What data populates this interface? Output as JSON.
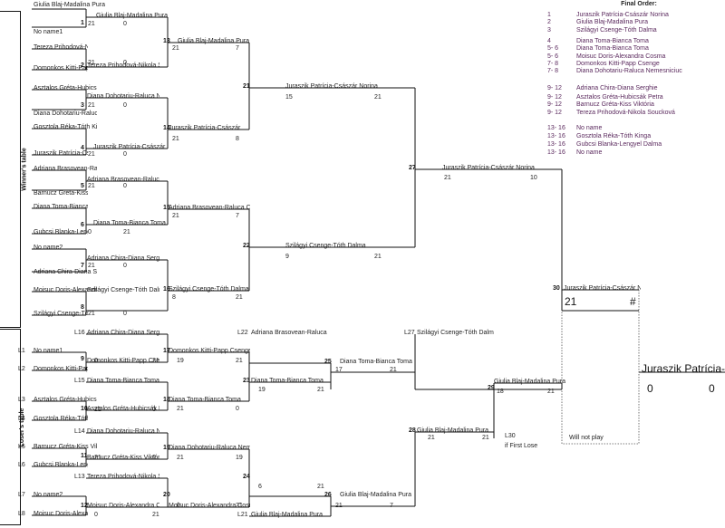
{
  "side_labels": {
    "winners": "Winner's table",
    "losers": "Loser's table"
  },
  "final_order": {
    "title": "Final Order:",
    "rows": [
      {
        "rank": "1",
        "name": "Juraszik Patrícia-Császár Norina"
      },
      {
        "rank": "2",
        "name": "Giulia Blaj-Madalina Pura"
      },
      {
        "rank": "3",
        "name": "Szilágyi Csenge-Tóth Dalma"
      },
      {
        "rank": "4",
        "name": "Diana Toma-Bianca Toma"
      },
      {
        "rank": "5- 6",
        "name": "Diana Toma-Bianca Toma"
      },
      {
        "rank": "5- 6",
        "name": "Moisuc Doris-Alexandra Cosma"
      },
      {
        "rank": "7- 8",
        "name": "Domonkos Kitti-Papp Csenge"
      },
      {
        "rank": "7- 8",
        "name": "Diana Dohotariu-Raluca Nemesniciuc"
      },
      {
        "rank": "9- 12",
        "name": "Adriana Chira-Diana Serghie"
      },
      {
        "rank": "9- 12",
        "name": "Asztalos Gréta-Hubicsák Petra"
      },
      {
        "rank": "9- 12",
        "name": "Barnucz Gréta-Kiss Viktória"
      },
      {
        "rank": "9- 12",
        "name": "Tereza Prihodová-Nikola Soucková"
      },
      {
        "rank": "13- 16",
        "name": "No name"
      },
      {
        "rank": "13- 16",
        "name": "Gosztola Réka-Tóth Kinga"
      },
      {
        "rank": "13- 16",
        "name": "Gubcsi Blanka-Lengyel Dalma"
      },
      {
        "rank": "13- 16",
        "name": "No name"
      }
    ]
  },
  "labels": [
    {
      "t": "Giulia Blaj-Madalina Pura"
    },
    {
      "t": "No name1"
    },
    {
      "t": "Tereza Prihodová-Nikola Soucková"
    },
    {
      "t": "Domonkos Kitti-Papp Csenge"
    },
    {
      "t": "Asztalos Gréta-Hubicsák Petra"
    },
    {
      "t": "Diana Dohotariu-Raluca Nemesniciuc"
    },
    {
      "t": "Gosztola Réka-Tóth Kinga"
    },
    {
      "t": "Juraszik Patrícia-Császár Norina"
    },
    {
      "t": "Adriana Brasovean-Raluca Cuc"
    },
    {
      "t": "Barnucz Gréta-Kiss Viktória"
    },
    {
      "t": "Diana Toma-Bianca Toma"
    },
    {
      "t": "Gubcsi Blanka-Lengyel Dalma"
    },
    {
      "t": "No name2"
    },
    {
      "t": "Adriana Chira-Diana Serghie"
    },
    {
      "t": "Moisuc Doris-Alexandra Cosma"
    },
    {
      "t": "Szilágyi Csenge-Tóth Dalma"
    },
    {
      "t": "Giulia Blaj-Madalina Pura"
    },
    {
      "t": "Tereza Prihodová-Nikola Soucková"
    },
    {
      "t": "Diana Dohotariu-Raluca Nemesniciuc"
    },
    {
      "t": "Juraszik Patrícia-Császár Norina"
    },
    {
      "t": "Adriana Brasovean-Raluca Cuc"
    },
    {
      "t": "Diana Toma-Bianca Toma"
    },
    {
      "t": "Adriana Chira-Diana Serghie"
    },
    {
      "t": "Szilágyi Csenge-Tóth Dalma"
    },
    {
      "t": "Giulia Blaj-Madalina Pura"
    },
    {
      "t": "Juraszik Patrícia-Császár Norina"
    },
    {
      "t": "Adriana Brasovean-Raluca Cuc"
    },
    {
      "t": "Szilágyi Csenge-Tóth Dalma"
    },
    {
      "t": "Juraszik Patrícia-Császár Norina"
    },
    {
      "t": "Szilágyi Csenge-Tóth Dalma"
    },
    {
      "t": "Juraszik Patrícia-Császár Norina"
    },
    {
      "t": "Juraszik Patrícia-Császár Norina"
    },
    {
      "t": "L1"
    },
    {
      "t": "No name1"
    },
    {
      "t": "L2"
    },
    {
      "t": "Domonkos Kitti-Papp Csenge"
    },
    {
      "t": "L3"
    },
    {
      "t": "Asztalos Gréta-Hubicsák Petra"
    },
    {
      "t": "L4"
    },
    {
      "t": "Gosztola Réka-Tóth Kinga"
    },
    {
      "t": "L5"
    },
    {
      "t": "Barnucz Gréta-Kiss Viktória"
    },
    {
      "t": "L6"
    },
    {
      "t": "Gubcsi Blanka-Lengyel Dalma"
    },
    {
      "t": "L7"
    },
    {
      "t": "No name2"
    },
    {
      "t": "L8"
    },
    {
      "t": "Moisuc Doris-Alexandra Cosma"
    },
    {
      "t": "L16"
    },
    {
      "t": "Adriana Chira-Diana Serghie"
    },
    {
      "t": "Domonkos Kitti-Papp Csenge"
    },
    {
      "t": "L15"
    },
    {
      "t": "Diana Toma-Bianca Toma"
    },
    {
      "t": "Asztalos Gréta-Hubicsák Petra"
    },
    {
      "t": "L14"
    },
    {
      "t": "Diana Dohotariu-Raluca Nemesniciuc"
    },
    {
      "t": "Barnucz Gréta-Kiss Viktória"
    },
    {
      "t": "L13"
    },
    {
      "t": "Tereza Prihodová-Nikola Soucková"
    },
    {
      "t": "Moisuc Doris-Alexandra Cosma"
    },
    {
      "t": "Domonkos Kitti-Papp Csenge"
    },
    {
      "t": "Diana Toma-Bianca Toma"
    },
    {
      "t": "Diana Dohotariu-Raluca Nemesniciuc"
    },
    {
      "t": "Moisuc Doris-Alexandra Cosma"
    },
    {
      "t": "L22"
    },
    {
      "t": "Adriana Brasovean-Raluca Cuc"
    },
    {
      "t": "Diana Toma-Bianca Toma"
    },
    {
      "t": "L21"
    },
    {
      "t": "Giulia Blaj-Madalina Pura"
    },
    {
      "t": "Diana Toma-Bianca Toma"
    },
    {
      "t": "Giulia Blaj-Madalina Pura"
    },
    {
      "t": "L27"
    },
    {
      "t": "Szilágyi Csenge-Tóth Dalma"
    },
    {
      "t": "Giulia Blaj-Madalina Pura"
    },
    {
      "t": "Giulia Blaj-Madalina Pura"
    },
    {
      "t": "L30"
    },
    {
      "t": "if First Lose"
    },
    {
      "t": "Will not play"
    },
    {
      "t": "Juraszik Patrícia-Császár Norina"
    }
  ],
  "match_numbers": [
    "1",
    "2",
    "3",
    "4",
    "5",
    "6",
    "7",
    "8",
    "13",
    "14",
    "15",
    "16",
    "21",
    "22",
    "27",
    "30",
    "9",
    "10",
    "11",
    "12",
    "17",
    "18",
    "19",
    "20",
    "23",
    "24",
    "25",
    "26",
    "28",
    "29"
  ],
  "scores": [
    "21",
    "0",
    "21",
    "0",
    "21",
    "0",
    "21",
    "0",
    "21",
    "0",
    "0",
    "21",
    "21",
    "0",
    "21",
    "0",
    "21",
    "7",
    "21",
    "8",
    "21",
    "7",
    "8",
    "21",
    "15",
    "21",
    "9",
    "21",
    "21",
    "10",
    "21",
    "#",
    "0",
    "21",
    "21",
    "0",
    "21",
    "0",
    "0",
    "21",
    "19",
    "21",
    "21",
    "0",
    "21",
    "19",
    "0",
    "21",
    "6",
    "21",
    "19",
    "21",
    "17",
    "21",
    "21",
    "7",
    "21",
    "21",
    "18",
    "21",
    "0",
    "0"
  ]
}
